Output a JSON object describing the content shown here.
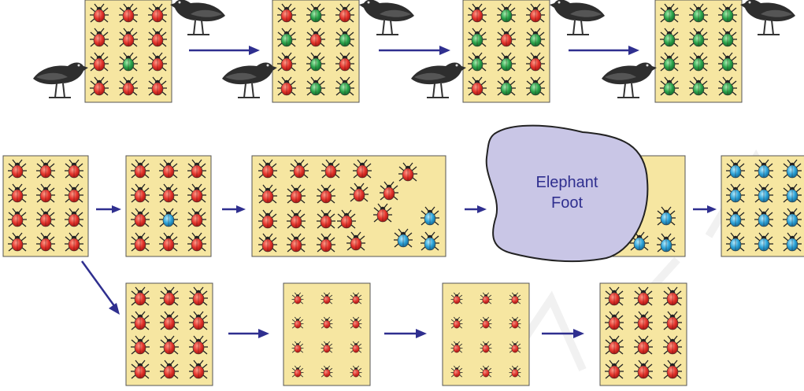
{
  "colors": {
    "panel": "#f6e6a1",
    "arrow": "#2f2f8f",
    "beetle_red": "#e2332b",
    "beetle_green": "#2aa24a",
    "beetle_blue": "#2ba1d6",
    "elephant_foot": "#c9c6e6",
    "crow": "#2e2e2e"
  },
  "diagram": {
    "rows": [
      {
        "id": "row-crows",
        "panels": [
          {
            "id": "r1p1",
            "grid": [
              [
                "red",
                "red",
                "red"
              ],
              [
                "red",
                "red",
                "red"
              ],
              [
                "red",
                "green",
                "red"
              ],
              [
                "red",
                "red",
                "red"
              ]
            ]
          },
          {
            "id": "r1p2",
            "grid": [
              [
                "red",
                "green",
                "red"
              ],
              [
                "green",
                "red",
                "green"
              ],
              [
                "red",
                "green",
                "red"
              ],
              [
                "red",
                "green",
                "green"
              ]
            ]
          },
          {
            "id": "r1p3",
            "grid": [
              [
                "red",
                "green",
                "red"
              ],
              [
                "green",
                "red",
                "green"
              ],
              [
                "green",
                "green",
                "red"
              ],
              [
                "red",
                "green",
                "green"
              ]
            ]
          },
          {
            "id": "r1p4",
            "grid": [
              [
                "green",
                "green",
                "green"
              ],
              [
                "green",
                "green",
                "green"
              ],
              [
                "green",
                "green",
                "green"
              ],
              [
                "green",
                "green",
                "green"
              ]
            ]
          }
        ]
      },
      {
        "id": "row-elephant",
        "panels": [
          {
            "id": "r2p1",
            "grid": [
              [
                "red",
                "red",
                "red"
              ],
              [
                "red",
                "red",
                "red"
              ],
              [
                "red",
                "red",
                "red"
              ],
              [
                "red",
                "red",
                "red"
              ]
            ]
          },
          {
            "id": "r2p2",
            "grid": [
              [
                "red",
                "red",
                "red"
              ],
              [
                "red",
                "red",
                "red"
              ],
              [
                "red",
                "blue",
                "red"
              ],
              [
                "red",
                "red",
                "red"
              ]
            ]
          },
          {
            "id": "r2p3",
            "scatter": "mixed"
          },
          {
            "id": "r2p4",
            "scatter": "survivors"
          },
          {
            "id": "r2p5",
            "grid": [
              [
                "blue",
                "blue",
                "blue"
              ],
              [
                "blue",
                "blue",
                "blue"
              ],
              [
                "blue",
                "blue",
                "blue"
              ],
              [
                "blue",
                "blue",
                "blue"
              ]
            ]
          }
        ]
      },
      {
        "id": "row-shrink",
        "panels": [
          {
            "id": "r3p1",
            "size": "large"
          },
          {
            "id": "r3p2",
            "size": "small"
          },
          {
            "id": "r3p3",
            "size": "small"
          },
          {
            "id": "r3p4",
            "size": "large"
          }
        ]
      }
    ]
  },
  "elephant_foot": {
    "line1": "Elephant",
    "line2": "Foot"
  },
  "icons": {
    "beetle": "beetle-icon",
    "crow": "crow-icon",
    "arrow": "arrow-icon"
  }
}
